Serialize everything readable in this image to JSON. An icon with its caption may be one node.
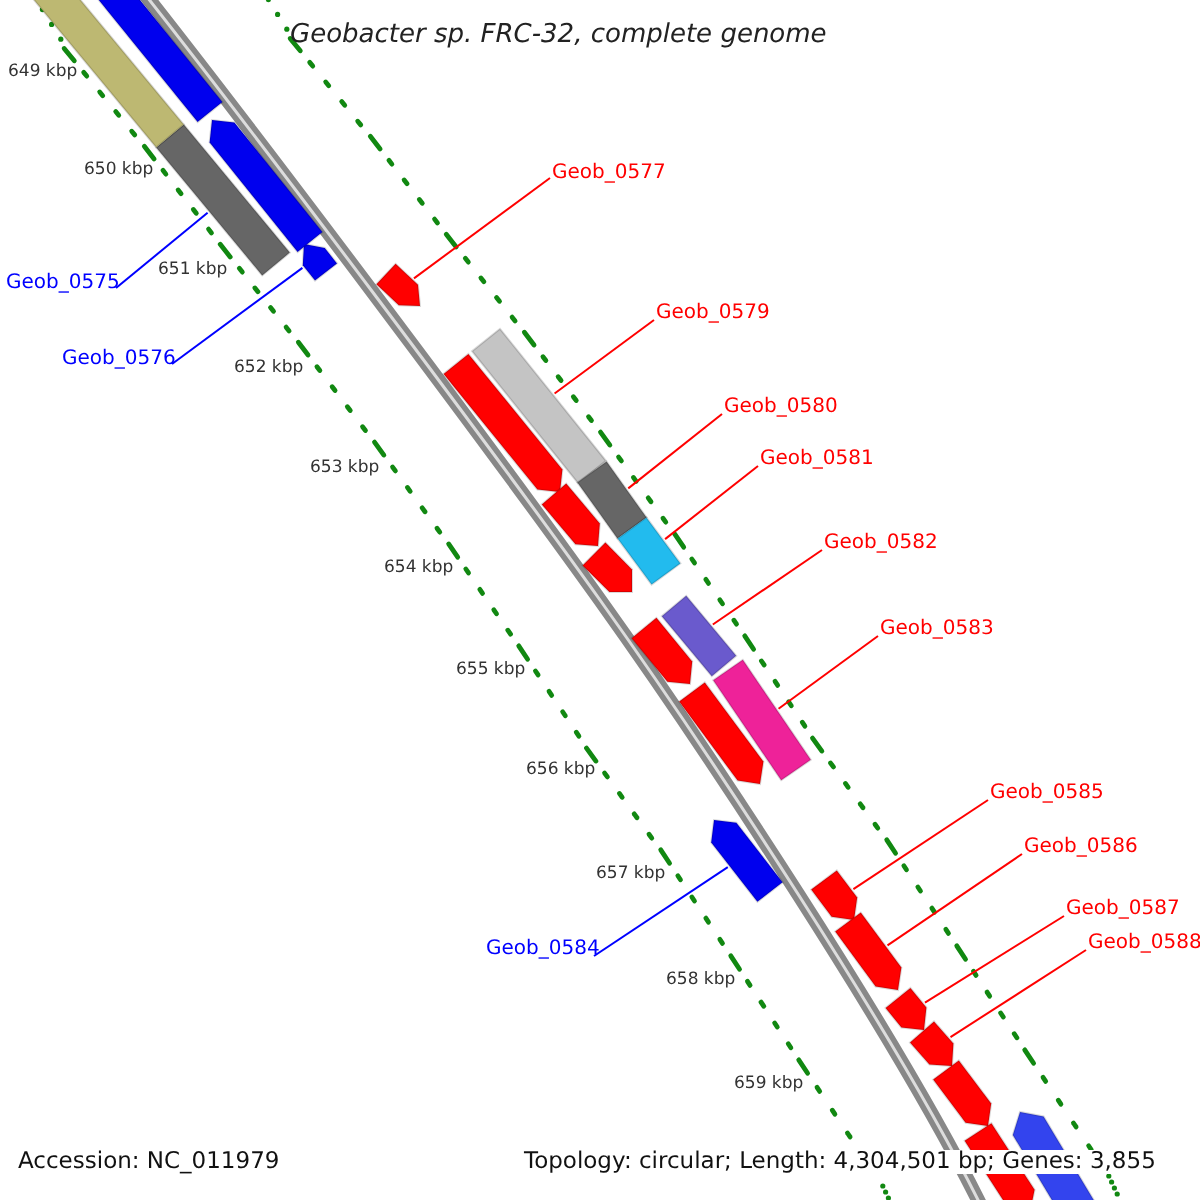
{
  "diagram": {
    "title": "Geobacter sp. FRC-32, complete genome",
    "nodes": [
      {
        "text": [
          "Geob_0577"
        ]
      },
      {
        "text": [
          "Geob_0575"
        ]
      },
      {
        "text": [
          "Geob_0579"
        ]
      },
      {
        "text": [
          "Geob_0576"
        ]
      },
      {
        "text": [
          "Geob_0580"
        ]
      },
      {
        "text": [
          "Geob_0581"
        ]
      },
      {
        "text": [
          "Geob_0582"
        ]
      },
      {
        "text": [
          "Geob_0583"
        ]
      },
      {
        "text": [
          "Geob_0585"
        ]
      },
      {
        "text": [
          "Geob_0586"
        ]
      },
      {
        "text": [
          "Geob_0587"
        ]
      },
      {
        "text": [
          "Geob_0588"
        ]
      },
      {
        "text": [
          "Geob_0584"
        ]
      },
      {
        "text": [],
        "shape": "box"
      },
      {
        "text": [],
        "shape": "box"
      },
      {
        "text": [],
        "shape": "box"
      },
      {
        "text": [],
        "shape": "box"
      },
      {
        "text": [],
        "shape": "box"
      },
      {
        "text": [],
        "shape": "box"
      },
      {
        "text": [],
        "shape": "box"
      },
      {
        "text": [],
        "shape": "box"
      },
      {
        "text": [],
        "shape": "box"
      },
      {
        "text": [],
        "shape": "box"
      },
      {
        "text": [],
        "shape": "box"
      },
      {
        "text": [],
        "shape": "box"
      },
      {
        "text": [],
        "shape": "box"
      },
      {
        "text": [],
        "shape": "box"
      },
      {
        "text": [],
        "shape": "box"
      },
      {
        "text": [],
        "shape": "box"
      },
      {
        "text": [],
        "shape": "box"
      },
      {
        "text": [],
        "shape": "box"
      },
      {
        "text": [],
        "shape": "box"
      },
      {
        "text": [],
        "shape": "box"
      },
      {
        "text": [],
        "shape": "box"
      },
      {
        "text": [],
        "shape": "box"
      },
      {
        "text": [],
        "shape": "box"
      },
      {
        "text": [],
        "shape": "box"
      }
    ],
    "edges": [
      {
        "from": 0,
        "to": 13,
        "arrow": "none"
      },
      {
        "from": 1,
        "to": 14,
        "arrow": "none",
        "color": "#0000ff"
      },
      {
        "from": 2,
        "to": 15,
        "arrow": "none"
      },
      {
        "from": 3,
        "to": 16,
        "arrow": "none",
        "color": "#0000ff"
      },
      {
        "from": 4,
        "to": 17,
        "arrow": "none"
      },
      {
        "from": 5,
        "to": 18,
        "arrow": "none"
      },
      {
        "from": 6,
        "to": 19,
        "arrow": "none"
      },
      {
        "from": 7,
        "to": 20,
        "arrow": "none"
      },
      {
        "from": 8,
        "to": 21,
        "arrow": "none"
      },
      {
        "from": 9,
        "to": 22,
        "arrow": "none"
      },
      {
        "from": 10,
        "to": 23,
        "arrow": "none"
      },
      {
        "from": 11,
        "to": 24,
        "arrow": "none"
      },
      {
        "from": 12,
        "to": 25,
        "arrow": "none",
        "color": "#0000ff"
      }
    ],
    "labels": [
      "649 kbp",
      "650 kbp",
      "651 kbp",
      "652 kbp",
      "653 kbp",
      "654 kbp",
      "655 kbp",
      "656 kbp",
      "657 kbp",
      "658 kbp",
      "659 kbp",
      "Accession: NC_011979",
      "Topology: circular; Length: 4,304,501 bp; Genes: 3,855"
    ]
  }
}
